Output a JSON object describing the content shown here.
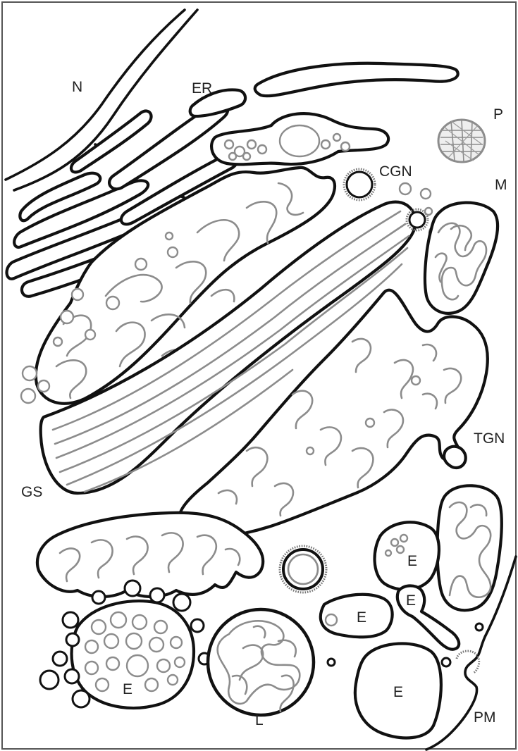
{
  "labels": {
    "nucleus": "N",
    "er": "ER",
    "peroxisome": "P",
    "cgn": "CGN",
    "mitochondrion": "M",
    "tgn": "TGN",
    "golgi_stack": "GS",
    "endosome_1": "E",
    "endosome_2": "E",
    "endosome_3": "E",
    "endosome_4": "E",
    "endosome_5": "E",
    "lysosome": "L",
    "plasma_membrane": "PM"
  },
  "colors": {
    "outline": "#111111",
    "lumen_detail": "#8c8c8c",
    "background": "#ffffff"
  }
}
